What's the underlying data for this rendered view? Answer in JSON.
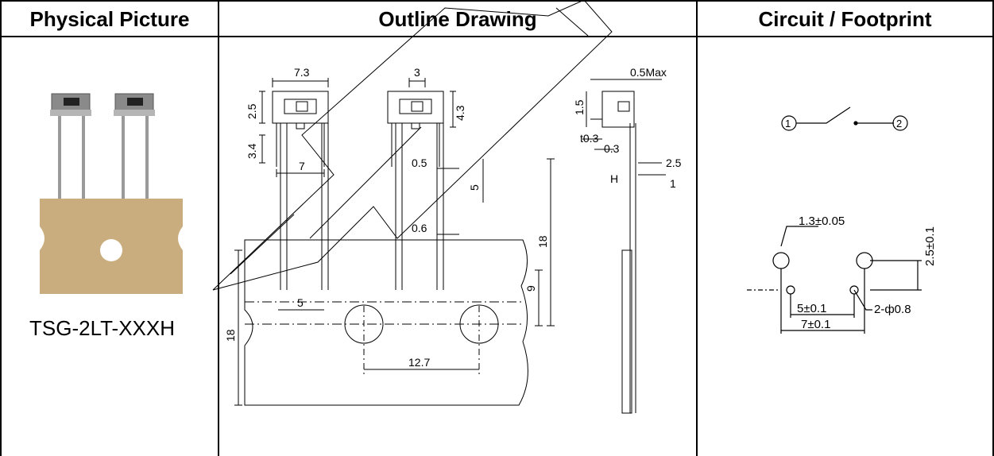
{
  "headers": {
    "physical": "Physical Picture",
    "outline": "Outline Drawing",
    "circuit": "Circuit / Footprint"
  },
  "physical": {
    "part_number": "TSG-2LT-XXXH"
  },
  "outline": {
    "front": {
      "dim_width": "7.3",
      "dim_cap": "3",
      "dim_25": "2.5",
      "dim_43": "4.3",
      "dim_34": "3.4",
      "dim_7": "7",
      "dim_05": "0.5",
      "dim_5v": "5",
      "dim_06": "0.6",
      "dim_18": "18",
      "dim_9": "9",
      "dim_5h": "5",
      "dim_127": "12.7",
      "dim_18b": "18"
    },
    "side": {
      "dim_05max": "0.5Max",
      "dim_15": "1.5",
      "dim_t03": "t0.3",
      "dim_03": "0.3",
      "dim_25": "2.5",
      "dim_H": "H",
      "dim_1": "1"
    }
  },
  "circuit": {
    "pin1": "1",
    "pin2": "2",
    "footprint": {
      "hole_large": "1.3±0.05",
      "pitch_v": "2.5±0.1",
      "pitch_small": "5±0.1",
      "pitch_large": "7±0.1",
      "hole_small": "2-ф0.8"
    }
  },
  "colors": {
    "tape": "#c9ad7e",
    "line": "#000000"
  }
}
